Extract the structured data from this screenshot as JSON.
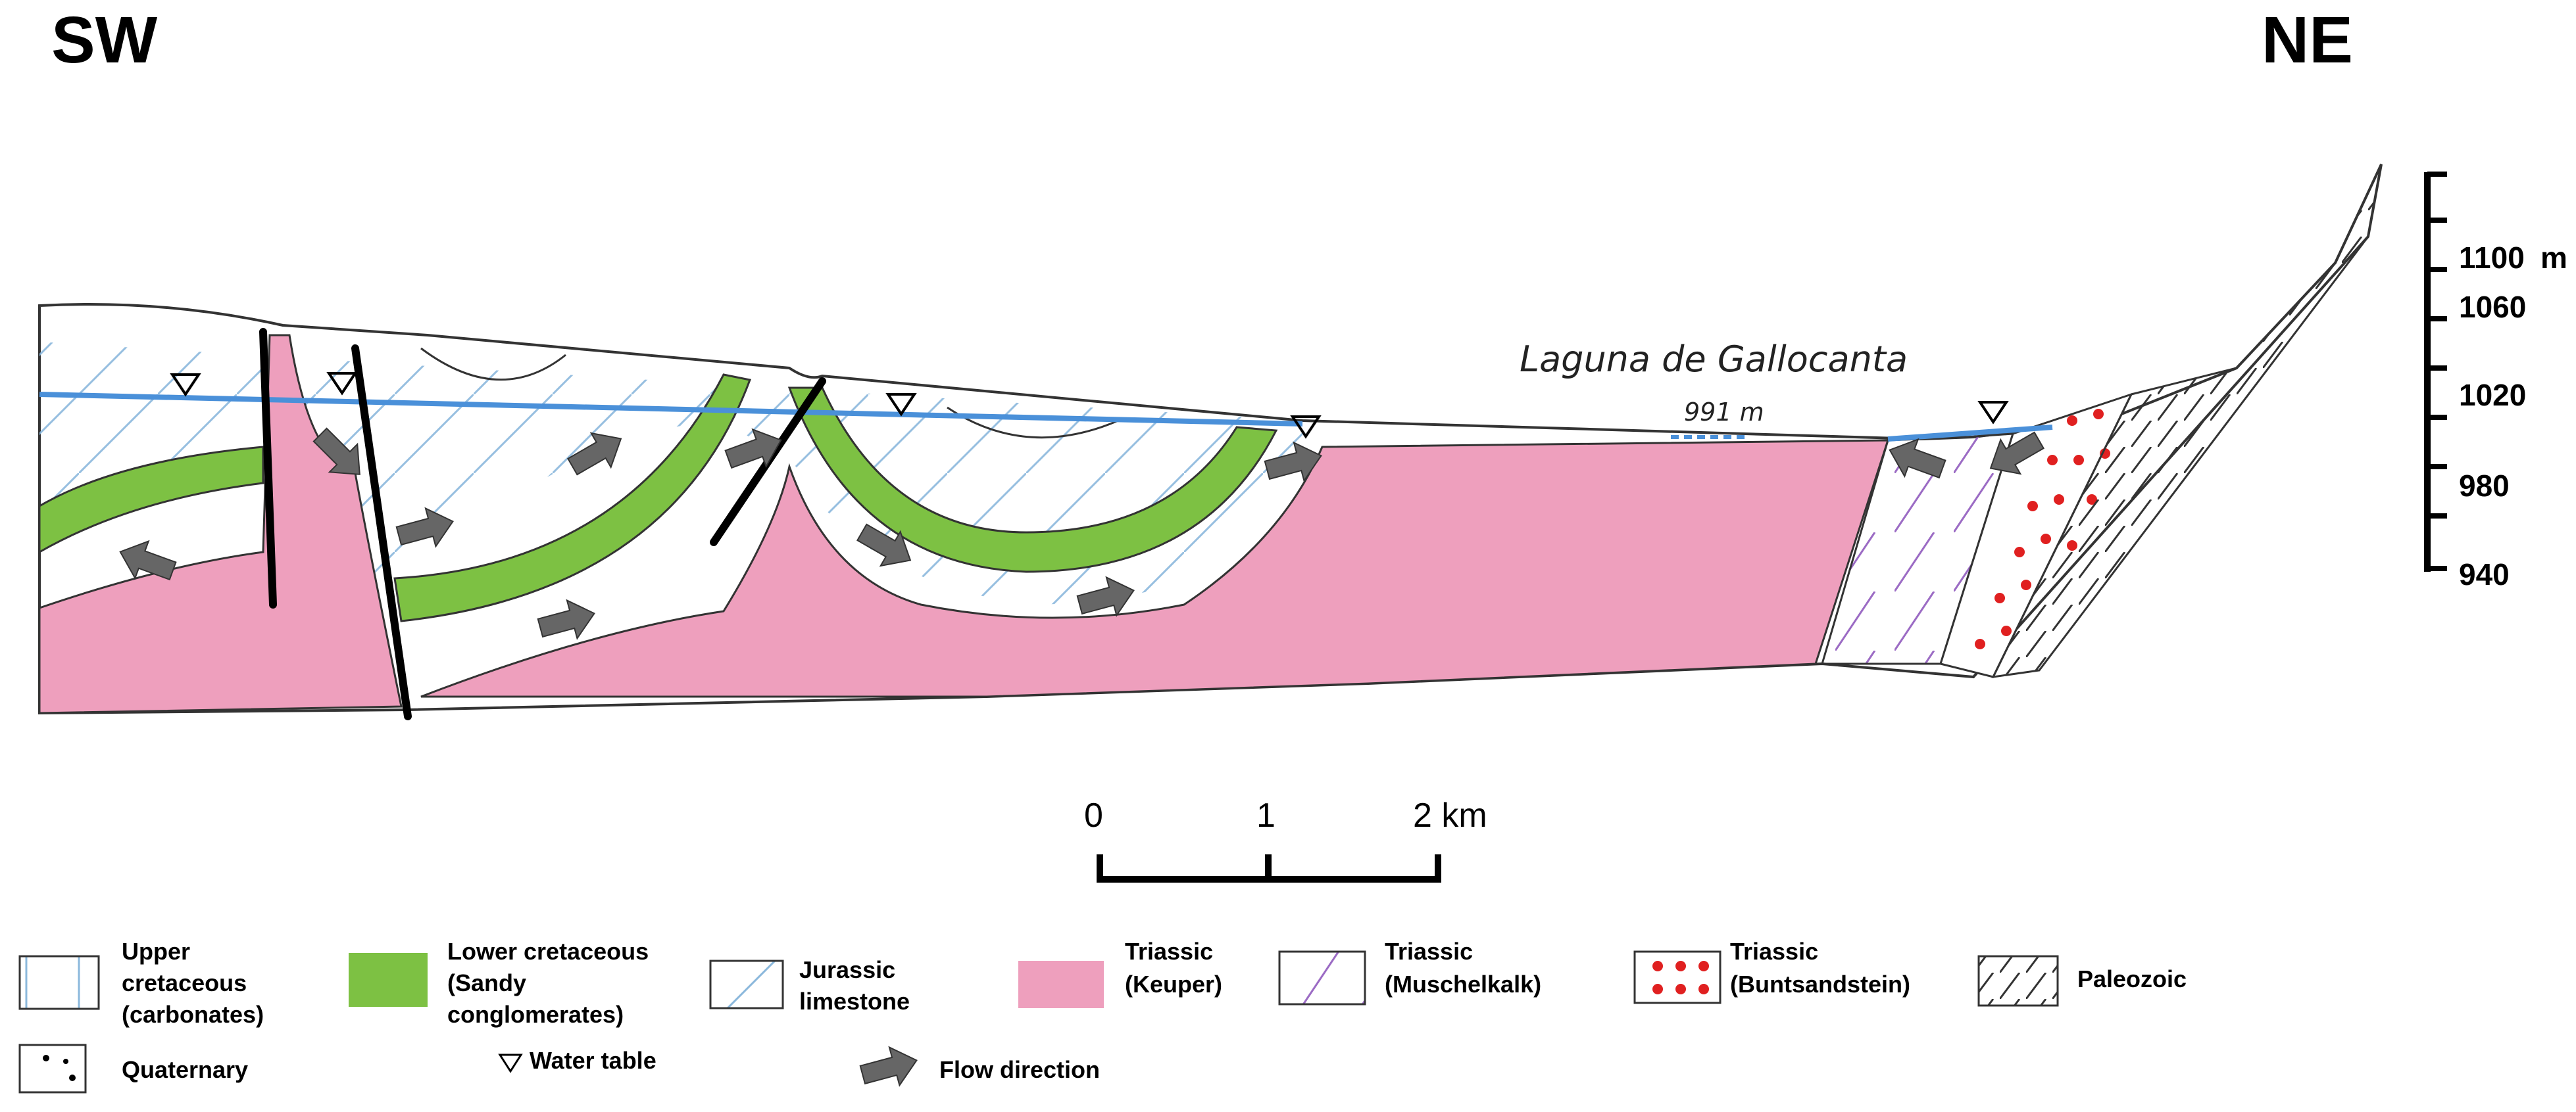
{
  "orientation": {
    "left": "SW",
    "right": "NE"
  },
  "lake": {
    "name": "Laguna de Gallocanta",
    "elevation": "991 m"
  },
  "elevation_axis": {
    "unit": "m",
    "ticks": [
      "1100",
      "1060",
      "1020",
      "980",
      "940"
    ]
  },
  "scale_bar": {
    "labels": [
      "0",
      "1",
      "2 km"
    ]
  },
  "legend": [
    {
      "id": "upper-cretaceous",
      "lines": [
        "Upper",
        "cretaceous",
        "(carbonates)"
      ]
    },
    {
      "id": "lower-cretaceous",
      "lines": [
        "Lower cretaceous",
        "(Sandy",
        "conglomerates)"
      ],
      "color": "#7dc143"
    },
    {
      "id": "jurassic",
      "lines": [
        "Jurassic",
        "limestone"
      ]
    },
    {
      "id": "keuper",
      "lines": [
        "Triassic",
        "(Keuper)"
      ],
      "color": "#ee9fbd"
    },
    {
      "id": "muschelkalk",
      "lines": [
        "Triassic",
        "(Muschelkalk)"
      ]
    },
    {
      "id": "buntsandstein",
      "lines": [
        "Triassic",
        "(Buntsandstein)"
      ],
      "color": "#e02020"
    },
    {
      "id": "paleozoic",
      "lines": [
        "Paleozoic"
      ]
    },
    {
      "id": "quaternary",
      "lines": [
        "Quaternary"
      ]
    },
    {
      "id": "water-table",
      "lines": [
        "Water table"
      ]
    },
    {
      "id": "flow-direction",
      "lines": [
        "Flow direction"
      ]
    }
  ],
  "colors": {
    "keuper": "#ee9fbd",
    "lower_cretaceous": "#7dc143",
    "water_table": "#4a90d9",
    "buntsandstein_dots": "#e02020"
  }
}
